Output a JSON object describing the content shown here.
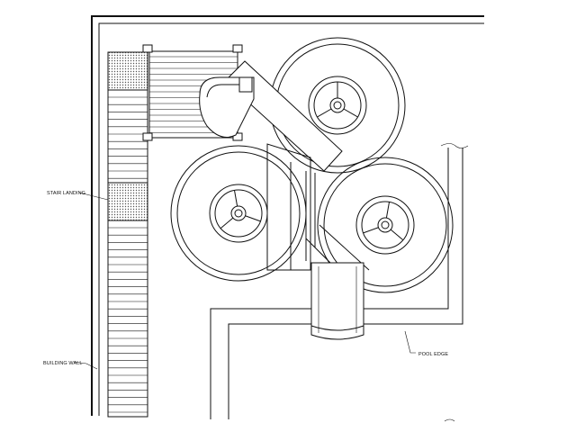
{
  "labels": {
    "stair_landing": "STAIR LANDING",
    "building_wall": "BUILDING WALL",
    "pool_edge": "POOL EDGE"
  }
}
